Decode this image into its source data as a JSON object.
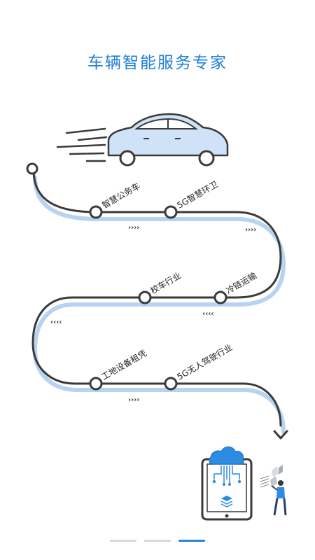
{
  "title": "车辆智能服务专家",
  "stations": [
    {
      "label": "智慧公务车"
    },
    {
      "label": "5G智慧环卫"
    },
    {
      "label": "校车行业"
    },
    {
      "label": "冷链运输"
    },
    {
      "label": "工地设备租凭"
    },
    {
      "label": "5G无人驾驶行业"
    }
  ],
  "pager": {
    "total": 3,
    "active_index": 2
  },
  "colors": {
    "accent": "#1f7fd9",
    "road": "#3a3a3a",
    "road_shadow": "#b7d3f2",
    "car_fill": "#cfe2f7"
  }
}
